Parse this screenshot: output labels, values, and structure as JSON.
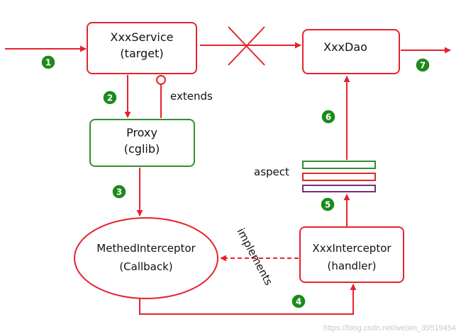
{
  "colors": {
    "red": "#e5232b",
    "green": "#2f8f2f",
    "badge": "#1c8a1c",
    "purple": "#7a2d7a"
  },
  "nodes": {
    "service": {
      "line1": "XxxService",
      "line2": "(target)"
    },
    "dao": {
      "line1": "XxxDao"
    },
    "proxy": {
      "line1": "Proxy",
      "line2": "(cglib)"
    },
    "interceptor_iface": {
      "line1": "MethedInterceptor",
      "line2": "(Callback)"
    },
    "handler": {
      "line1": "XxxInterceptor",
      "line2": "(handler)"
    }
  },
  "labels": {
    "extends": "extends",
    "aspect": "aspect",
    "implements": "implements"
  },
  "steps": [
    "1",
    "2",
    "3",
    "4",
    "5",
    "6",
    "7"
  ],
  "watermark": "https://blog.csdn.net/weixin_39519454"
}
